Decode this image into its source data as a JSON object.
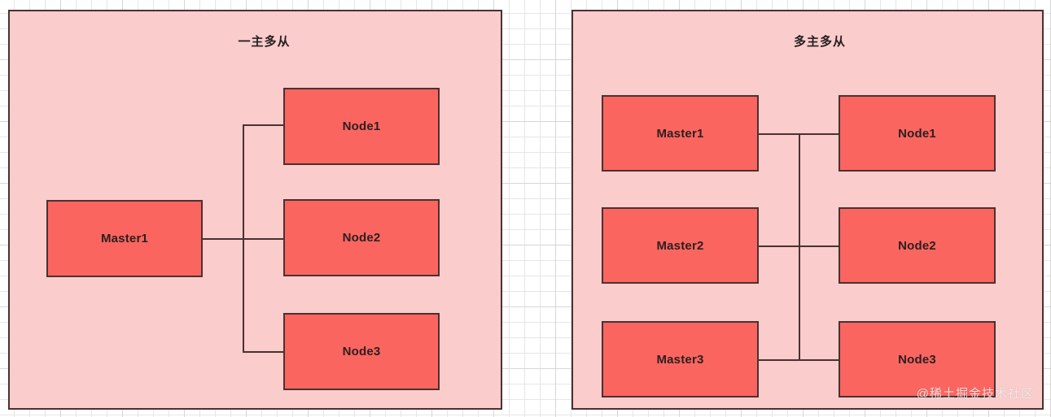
{
  "diagram": {
    "type": "architecture-comparison",
    "watermark": "@稀土掘金技术社区",
    "colors": {
      "panel_fill": "#facccb",
      "panel_border": "#4a3131",
      "node_fill": "#fb6560",
      "node_border": "#4a3131",
      "edge": "#4a3131",
      "text": "#2b2020",
      "canvas_background": "#ffffff",
      "grid_minor": "#e1e1e1",
      "grid_major": "#b4b4b4"
    },
    "panels": [
      {
        "id": "one-master-many-slaves",
        "title": "一主多从",
        "nodes": [
          {
            "id": "left-master1",
            "label": "Master1",
            "role": "master",
            "column": "left",
            "row": 2
          },
          {
            "id": "left-node1",
            "label": "Node1",
            "role": "node",
            "column": "right",
            "row": 1
          },
          {
            "id": "left-node2",
            "label": "Node2",
            "role": "node",
            "column": "right",
            "row": 2
          },
          {
            "id": "left-node3",
            "label": "Node3",
            "role": "node",
            "column": "right",
            "row": 3
          }
        ],
        "edges": [
          {
            "from": "left-master1",
            "to": "left-node1"
          },
          {
            "from": "left-master1",
            "to": "left-node2"
          },
          {
            "from": "left-master1",
            "to": "left-node3"
          }
        ]
      },
      {
        "id": "many-masters-many-slaves",
        "title": "多主多从",
        "nodes": [
          {
            "id": "right-master1",
            "label": "Master1",
            "role": "master",
            "column": "left",
            "row": 1
          },
          {
            "id": "right-master2",
            "label": "Master2",
            "role": "master",
            "column": "left",
            "row": 2
          },
          {
            "id": "right-master3",
            "label": "Master3",
            "role": "master",
            "column": "left",
            "row": 3
          },
          {
            "id": "right-node1",
            "label": "Node1",
            "role": "node",
            "column": "right",
            "row": 1
          },
          {
            "id": "right-node2",
            "label": "Node2",
            "role": "node",
            "column": "right",
            "row": 2
          },
          {
            "id": "right-node3",
            "label": "Node3",
            "role": "node",
            "column": "right",
            "row": 3
          }
        ],
        "edges": [
          {
            "from": "right-master1",
            "to": "right-node1"
          },
          {
            "from": "right-master2",
            "to": "right-node2"
          },
          {
            "from": "right-master3",
            "to": "right-node3"
          },
          {
            "from": "trunk",
            "to": "all-rows"
          }
        ]
      }
    ]
  }
}
